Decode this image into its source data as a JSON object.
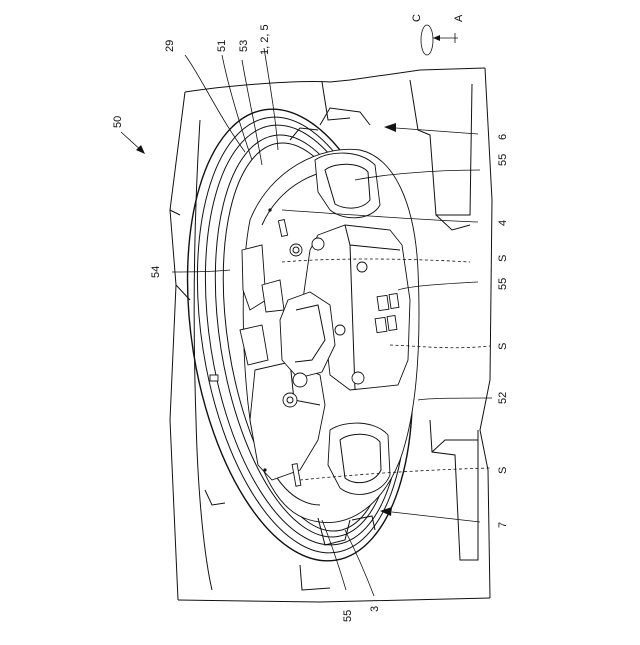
{
  "figure": {
    "labels": {
      "l50": "50",
      "l29": "29",
      "l51": "51",
      "l53": "53",
      "l125": "1, 2, 5",
      "lC": "C",
      "lA": "A",
      "l6": "6",
      "l55a": "55",
      "l4": "4",
      "lS1": "S",
      "l55b": "55",
      "l54": "54",
      "lS2": "S",
      "l52": "52",
      "lS3": "S",
      "l7": "7",
      "l55c": "55",
      "l3": "3"
    }
  }
}
